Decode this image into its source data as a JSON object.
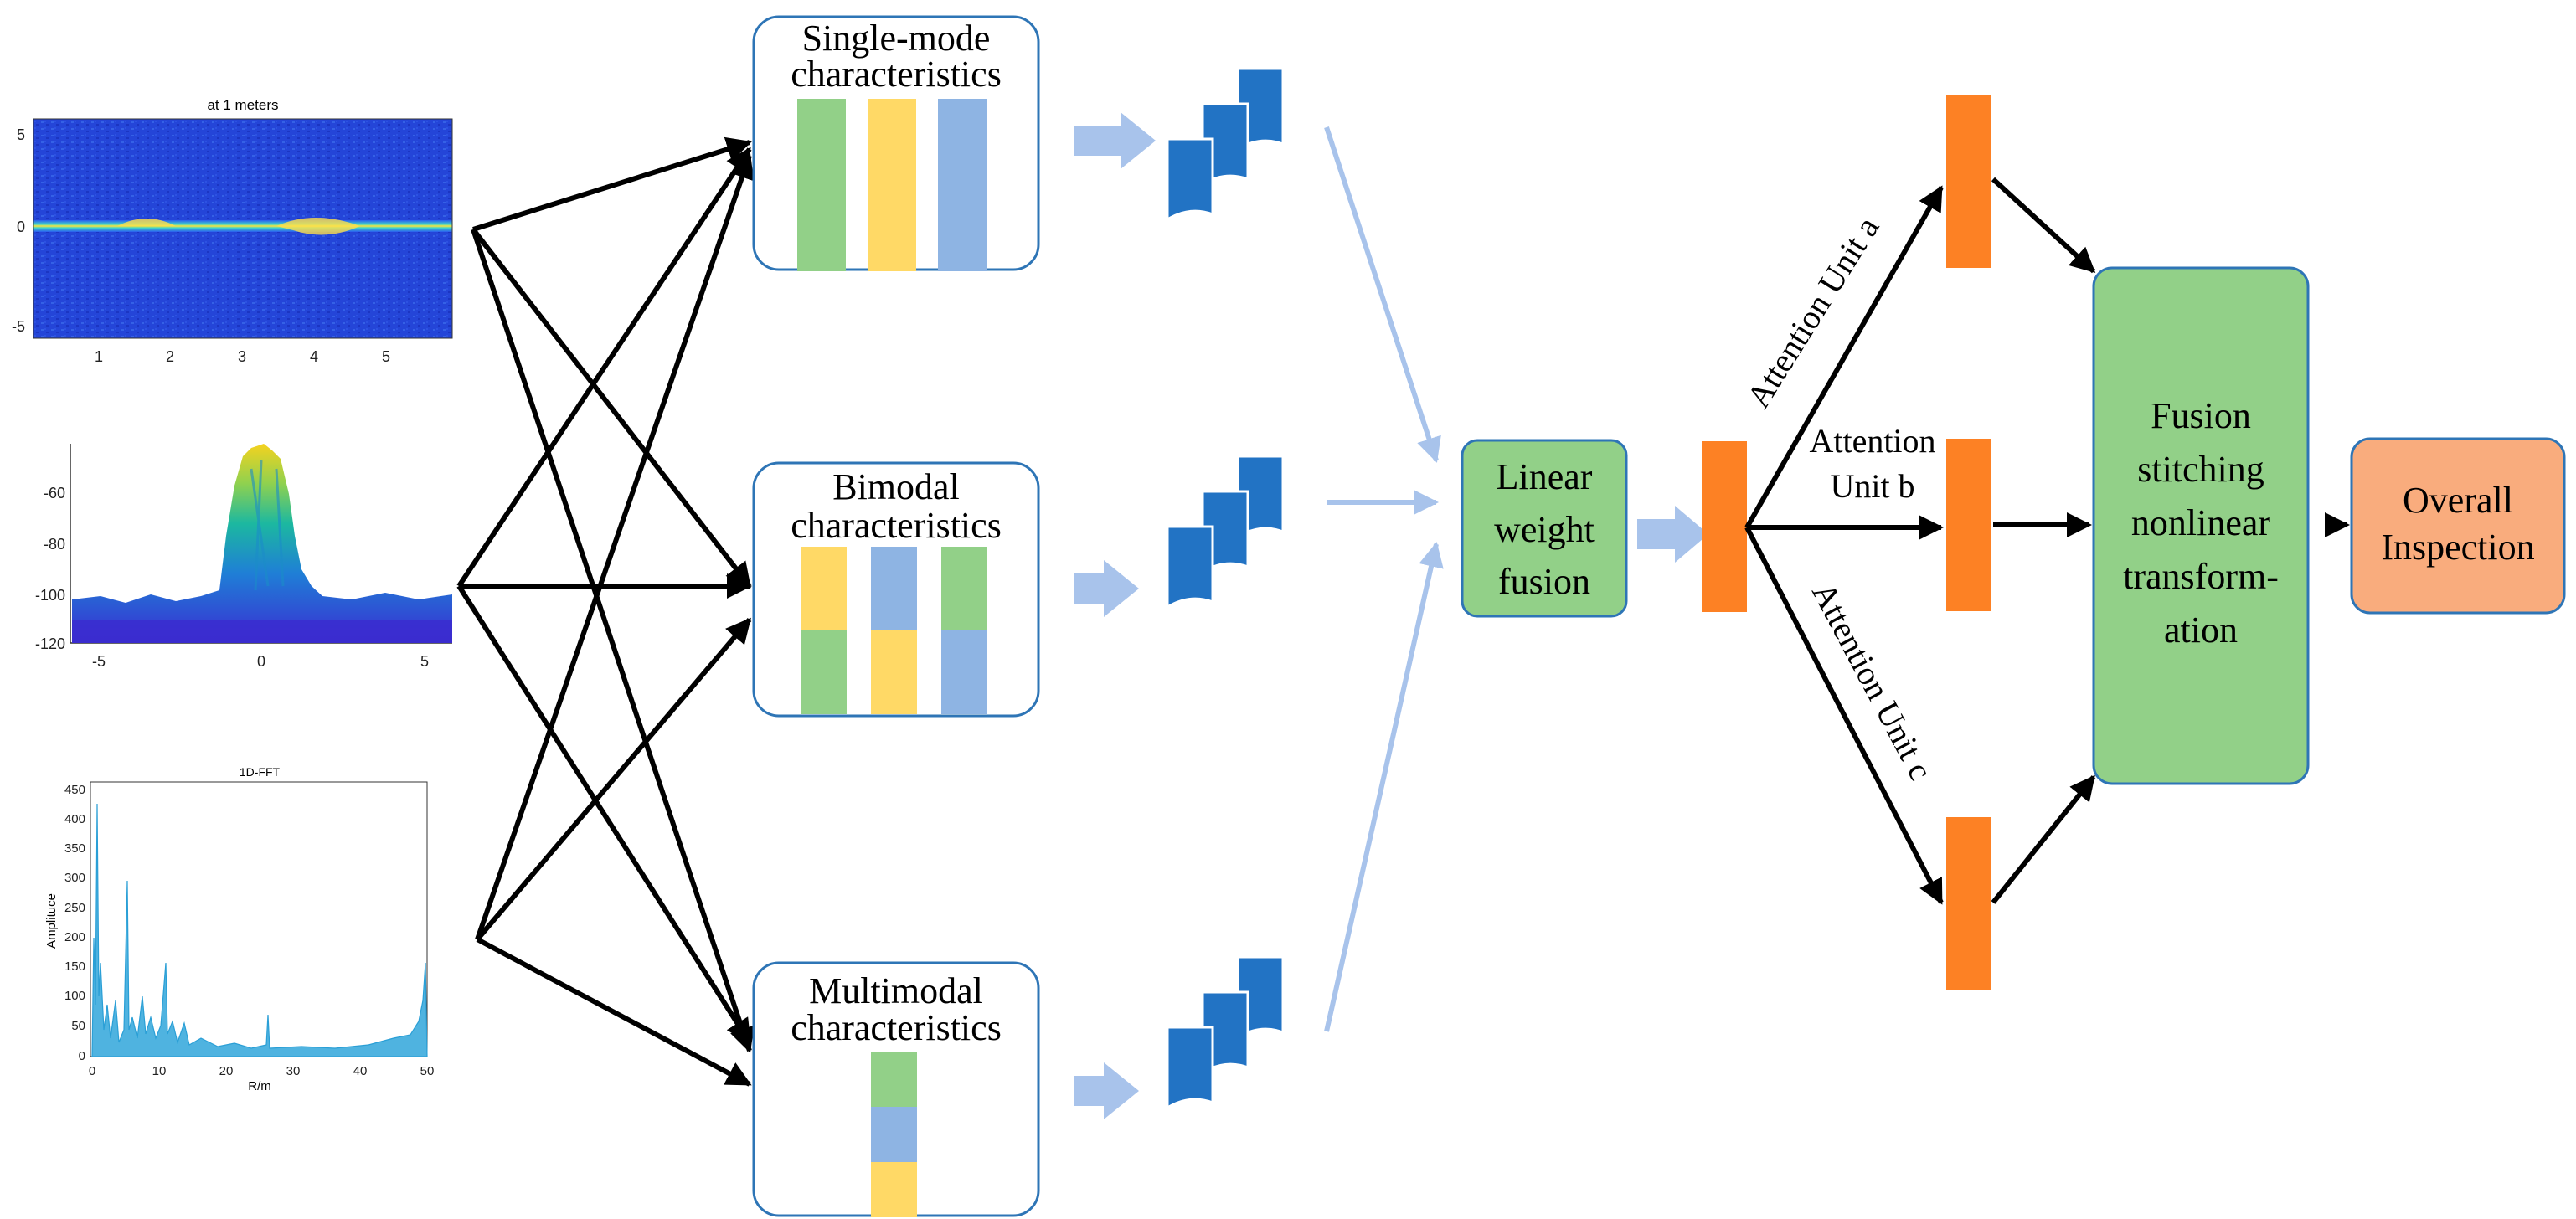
{
  "plots": {
    "spectrogram": {
      "title": "at 1 meters",
      "y_ticks": [
        "5",
        "0",
        "-5"
      ],
      "x_ticks": [
        "1",
        "2",
        "3",
        "4",
        "5"
      ]
    },
    "surface": {
      "y_ticks": [
        "-60",
        "-80",
        "-100",
        "-120"
      ],
      "x_ticks": [
        "-5",
        "0",
        "5"
      ]
    },
    "fft": {
      "title": "1D-FFT",
      "ylabel": "Amplituce",
      "xlabel": "R/m",
      "y_ticks": [
        "450",
        "400",
        "350",
        "300",
        "250",
        "200",
        "150",
        "100",
        "50",
        "0"
      ],
      "x_ticks": [
        "0",
        "10",
        "20",
        "30",
        "40",
        "50"
      ]
    }
  },
  "feature_boxes": {
    "single": {
      "line1": "Single-mode",
      "line2": "characteristics"
    },
    "bimodal": {
      "line1": "Bimodal",
      "line2": "characteristics"
    },
    "multimodal": {
      "line1": "Multimodal",
      "line2": "characteristics"
    }
  },
  "fusion": {
    "linear": [
      "Linear",
      "weight",
      "fusion"
    ],
    "stitching": [
      "Fusion",
      "stitching",
      "nonlinear",
      "transform-",
      "ation"
    ],
    "overall": [
      "Overall",
      "Inspection"
    ]
  },
  "attention": {
    "a": "Attention Unit a",
    "b_line1": "Attention",
    "b_line2": "Unit b",
    "c": "Attention Unit c"
  },
  "colors": {
    "green": "#92d088",
    "yellow": "#ffd966",
    "blue": "#8eb4e3",
    "box_border": "#2e75b6",
    "doc_blue": "#2273c4",
    "orange": "#fd8124",
    "salmon": "#f9ac7d",
    "light_arrow": "#a8c3eb"
  }
}
